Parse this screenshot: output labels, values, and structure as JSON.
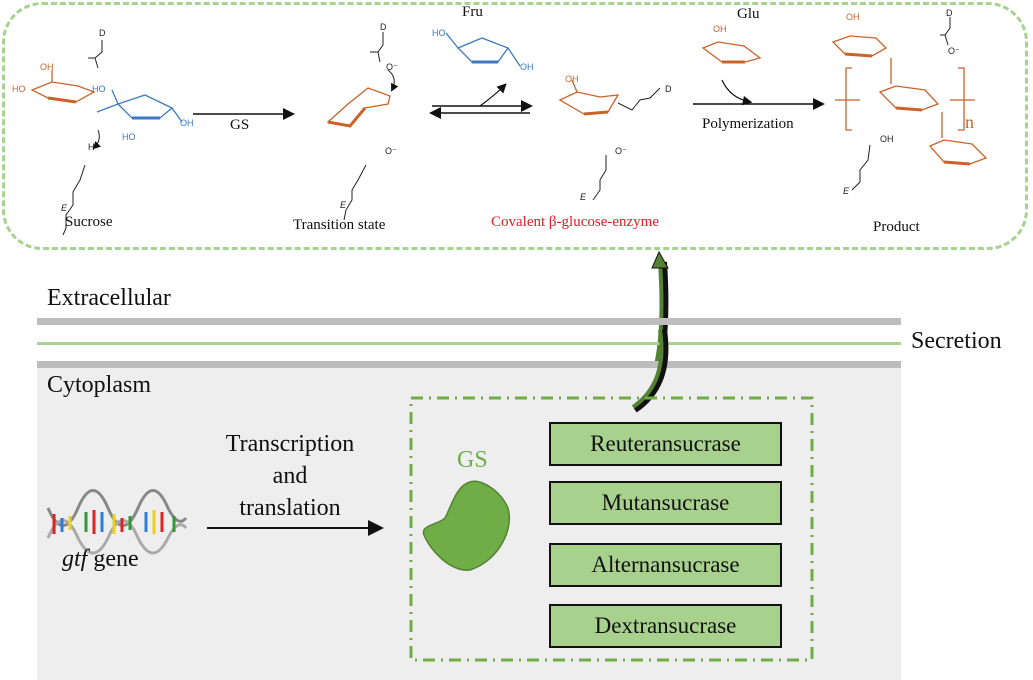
{
  "colors": {
    "glucose": "#c8642a",
    "fructose": "#3a7bbf",
    "covalent_label": "#e31b23",
    "dashed_border": "#a6d38f",
    "membrane_gray": "#bdbdbd",
    "cytoplasm_bg": "#eeeeee",
    "enzyme_fill": "#a9d18e",
    "gs_blob": "#70ad47",
    "secretion_arrow": "#548235"
  },
  "reaction": {
    "sucrose_label": "Sucrose",
    "step1_label": "GS",
    "transition_label": "Transition state",
    "fru_label": "Fru",
    "covalent_label": "Covalent β-glucose-enzyme",
    "glu_label": "Glu",
    "polymerization_label": "Polymerization",
    "product_label": "Product",
    "repeat_subscript": "n",
    "atoms": {
      "D": "D",
      "E": "E",
      "O": "O",
      "OH": "OH",
      "HO": "HO",
      "H": "H",
      "Ominus": "O⁻"
    }
  },
  "cell": {
    "extracellular_label": "Extracellular",
    "secretion_label": "Secretion",
    "cytoplasm_label": "Cytoplasm",
    "gene_italic": "gtf",
    "gene_suffix": " gene",
    "process_lines": [
      "Transcription",
      "and",
      "translation"
    ],
    "gs_label": "GS",
    "enzymes": [
      "Reuteransucrase",
      "Mutansucrase",
      "Alternansucrase",
      "Dextransucrase"
    ]
  }
}
